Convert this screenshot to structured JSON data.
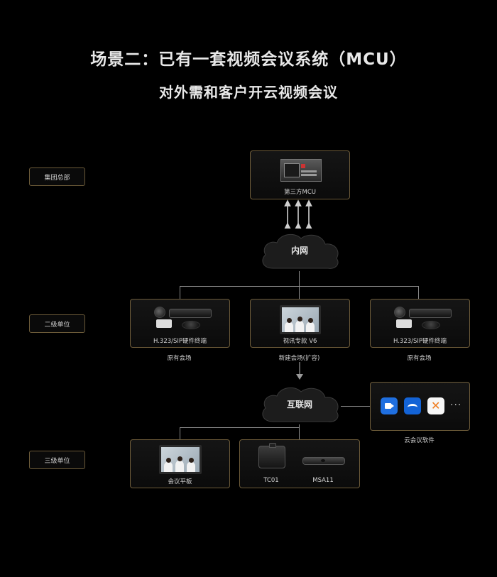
{
  "title_line1": "场景二：已有一套视频会议系统（MCU）",
  "title_line2": "对外需和客户开云视频会议",
  "levels": {
    "hq": "集团总部",
    "second": "二级单位",
    "third": "三级单位"
  },
  "nodes": {
    "mcu": "第三方MCU",
    "intranet": "内网",
    "internet": "互联网",
    "left_terminal": "H.323/SIP硬件终端",
    "center_terminal": "视讯专款 V6",
    "right_terminal": "H.323/SIP硬件终端",
    "tablet": "会议平板",
    "tc01": "TC01",
    "msa11": "MSA11"
  },
  "captions": {
    "left_site": "原有会场",
    "center_site": "新建会场(扩容)",
    "right_site": "原有会场",
    "cloud_software": "云会议软件",
    "more": "···"
  },
  "colors": {
    "border": "#6e5c3a",
    "background": "#000000",
    "line": "#8a8a8a",
    "cloud": "#1a1a1a"
  },
  "app_icons": [
    "video-app-icon-blue",
    "meeting-app-icon-blue",
    "x-app-icon-orange"
  ]
}
